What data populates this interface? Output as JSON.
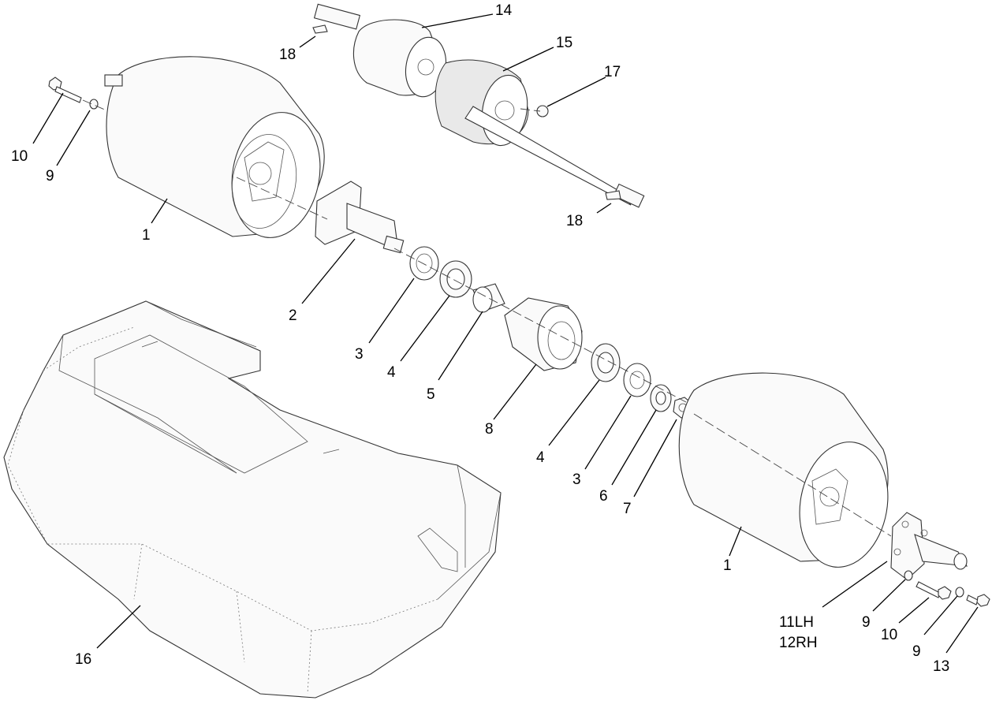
{
  "diagram": {
    "callouts": {
      "c14": "14",
      "c15": "15",
      "c17": "17",
      "c18_top": "18",
      "c18_bottom": "18",
      "c10_left": "10",
      "c9_left": "9",
      "c1_left": "1",
      "c2": "2",
      "c3_left": "3",
      "c4_left": "4",
      "c5": "5",
      "c8": "8",
      "c4_right": "4",
      "c3_right": "3",
      "c6": "6",
      "c7": "7",
      "c1_right": "1",
      "c11": "11LH",
      "c12": "12RH",
      "c9_right_a": "9",
      "c10_right": "10",
      "c9_right_b": "9",
      "c13": "13",
      "c16": "16"
    }
  }
}
